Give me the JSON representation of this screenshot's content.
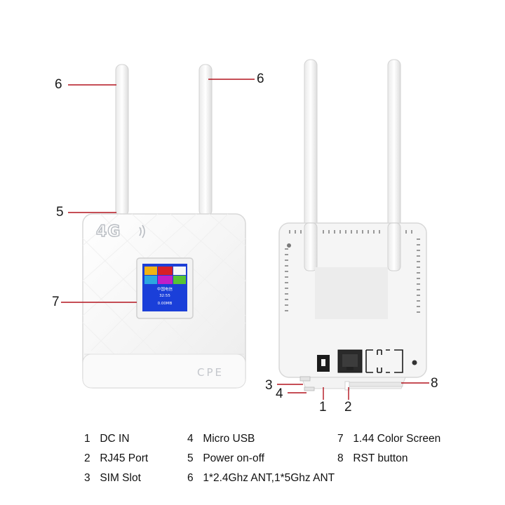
{
  "callouts": {
    "ant_left": "6",
    "ant_right": "6",
    "power": "5",
    "screen": "7",
    "sim": "3",
    "usb": "4",
    "dc": "1",
    "rj45": "2",
    "rst": "8"
  },
  "device": {
    "logo": "4G",
    "label": "CPE"
  },
  "lcd": {
    "carrier": "中国电信",
    "time": "32:55",
    "data": "0.00MB"
  },
  "legend": [
    {
      "num": "1",
      "text": "DC IN"
    },
    {
      "num": "4",
      "text": "Micro USB"
    },
    {
      "num": "7",
      "text": "1.44 Color Screen"
    },
    {
      "num": "2",
      "text": "RJ45 Port"
    },
    {
      "num": "5",
      "text": "Power on-off"
    },
    {
      "num": "8",
      "text": "RST button"
    },
    {
      "num": "3",
      "text": "SIM Slot"
    },
    {
      "num": "6",
      "text": "1*2.4Ghz ANT,1*5Ghz ANT"
    }
  ],
  "colors": {
    "callout_line": "#b3141e",
    "body": "#f7f7f7",
    "lcd_bg": "#1d3fd6"
  }
}
